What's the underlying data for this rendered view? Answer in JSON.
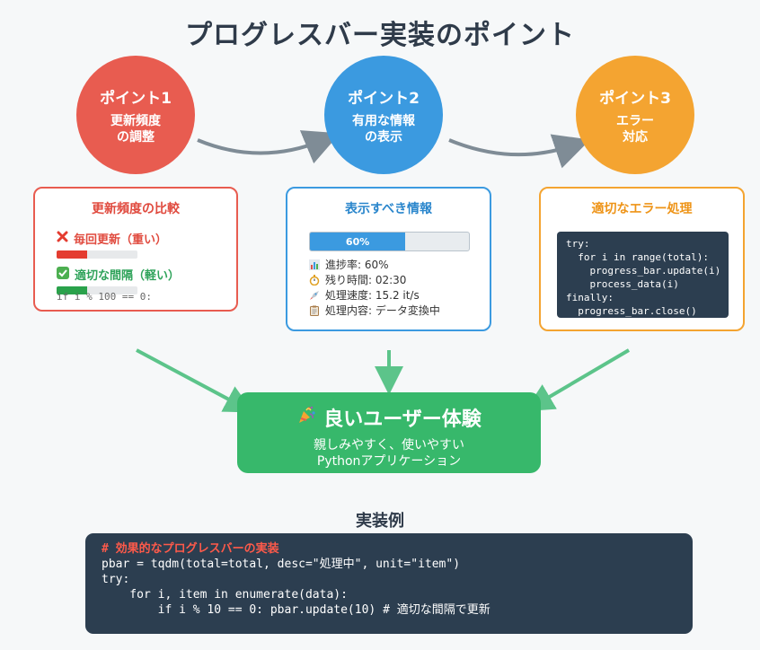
{
  "title": "プログレスバー実装のポイント",
  "points": [
    {
      "title": "ポイント1",
      "sub": [
        "更新頻度",
        "の調整"
      ],
      "color": "#e85c50"
    },
    {
      "title": "ポイント2",
      "sub": [
        "有用な情報",
        "の表示"
      ],
      "color": "#3b9ae0"
    },
    {
      "title": "ポイント3",
      "sub": [
        "エラー",
        "対応"
      ],
      "color": "#f4a431"
    }
  ],
  "card1": {
    "title": "更新頻度の比較",
    "bad_label": "毎回更新（重い）",
    "bad_icon": "cross-mark-icon",
    "bad_fill": 0.38,
    "good_label": "適切な間隔（軽い）",
    "good_icon": "check-mark-icon",
    "good_fill": 0.38,
    "code": "if i % 100 == 0:"
  },
  "card2": {
    "title": "表示すべき情報",
    "progress_percent": 60,
    "progress_label": "60%",
    "rows": [
      {
        "icon": "bar-chart-icon",
        "text": "進捗率: 60%"
      },
      {
        "icon": "stopwatch-icon",
        "text": "残り時間: 02:30"
      },
      {
        "icon": "rocket-icon",
        "text": "処理速度: 15.2 it/s"
      },
      {
        "icon": "clipboard-icon",
        "text": "処理内容: データ変換中"
      }
    ]
  },
  "card3": {
    "title": "適切なエラー処理",
    "code": [
      "try:",
      "  for i in range(total):",
      "    progress_bar.update(i)",
      "    process_data(i)",
      "finally:",
      "  progress_bar.close()"
    ]
  },
  "result": {
    "icon": "party-popper-icon",
    "title": "良いユーザー体験",
    "sub1": "親しみやすく、使いやすい",
    "sub2": "Pythonアプリケーション"
  },
  "example": {
    "title": "実装例",
    "comment": "# 効果的なプログレスバーの実装",
    "lines": [
      "pbar = tqdm(total=total, desc=\"処理中\", unit=\"item\")",
      "try:",
      "    for i, item in enumerate(data):",
      "        if i % 10 == 0: pbar.update(10) # 適切な間隔で更新"
    ]
  },
  "colors": {
    "red": "#e85c50",
    "blue": "#3b9ae0",
    "orange": "#f4a431",
    "green": "#37b86b",
    "dark": "#2c3e50",
    "arrow_gray": "#7f8c96",
    "arrow_green": "#5cc48a"
  }
}
